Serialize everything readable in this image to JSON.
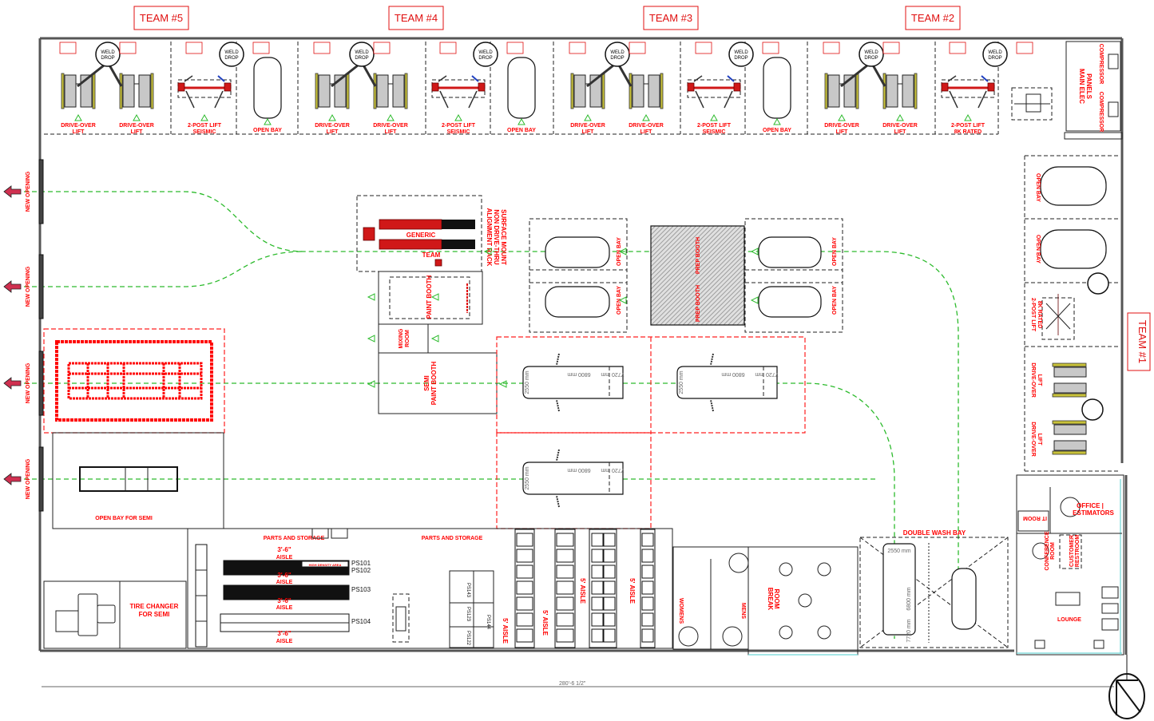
{
  "title": "Collision Shop Floor Plan",
  "teams": [
    {
      "id": "team-5",
      "label": "TEAM #5"
    },
    {
      "id": "team-4",
      "label": "TEAM #4"
    },
    {
      "id": "team-3",
      "label": "TEAM #3"
    },
    {
      "id": "team-2",
      "label": "TEAM #2"
    },
    {
      "id": "team-1",
      "label": "TEAM #1"
    }
  ],
  "top_bays": [
    {
      "team": "TEAM #5",
      "bays": [
        {
          "line1": "DRIVE-OVER",
          "line2": "LIFT"
        },
        {
          "line1": "DRIVE-OVER",
          "line2": "LIFT"
        },
        {
          "line1": "2-POST LIFT",
          "line2": "SEISMIC"
        },
        {
          "line1": "OPEN BAY",
          "line2": ""
        }
      ]
    },
    {
      "team": "TEAM #4",
      "bays": [
        {
          "line1": "DRIVE-OVER",
          "line2": "LIFT"
        },
        {
          "line1": "DRIVE-OVER",
          "line2": "LIFT"
        },
        {
          "line1": "2-POST LIFT",
          "line2": "SEISMIC"
        },
        {
          "line1": "OPEN BAY",
          "line2": ""
        }
      ]
    },
    {
      "team": "TEAM #3",
      "bays": [
        {
          "line1": "DRIVE-OVER",
          "line2": "LIFT"
        },
        {
          "line1": "DRIVE-OVER",
          "line2": "LIFT"
        },
        {
          "line1": "2-POST LIFT",
          "line2": "SEISMIC"
        },
        {
          "line1": "OPEN BAY",
          "line2": ""
        }
      ]
    },
    {
      "team": "TEAM #2",
      "bays": [
        {
          "line1": "DRIVE-OVER",
          "line2": "LIFT"
        },
        {
          "line1": "DRIVE-OVER",
          "line2": "LIFT"
        },
        {
          "line1": "2-POST LIFT",
          "line2": "8K RATED"
        }
      ]
    }
  ],
  "weld_drop": {
    "line1": "WELD",
    "line2": "DROP"
  },
  "utility": {
    "main_elec_line1": "MAIN ELEC",
    "main_elec_line2": "PANELS",
    "compressor": "COMPRESSOR"
  },
  "right_bays": [
    {
      "label": "OPEN BAY",
      "line2": ""
    },
    {
      "label": "OPEN BAY",
      "line2": ""
    },
    {
      "label": "2-POST LIFT",
      "line2": "8K RATED"
    },
    {
      "label": "DRIVE-OVER",
      "line2": "LIFT"
    },
    {
      "label": "DRIVE-OVER",
      "line2": "LIFT"
    }
  ],
  "openings": [
    "NEW OPENING",
    "NEW OPENING",
    "NEW OPENING",
    "NEW OPENING"
  ],
  "center": {
    "alignment_line1": "ALIGNMENT RACK",
    "alignment_line2": "NON DRIVE-THRU",
    "alignment_line3": "SURFACE MOUNT",
    "generic": "GENERIC",
    "team": "TEAM",
    "paint_booth": "PAINT BOOTH",
    "mixing_line1": "MIXING",
    "mixing_line2": "ROOM",
    "semi_booth_line1": "SEMI",
    "semi_booth_line2": "PAINT BOOTH",
    "prep_booth": "PREP BOOTH",
    "open_bay": "OPEN BAY"
  },
  "semi_bays": [
    {
      "width": "2550 mm",
      "len1": "6800 mm",
      "len2": "7720 mm"
    },
    {
      "width": "2550 mm",
      "len1": "6800 mm",
      "len2": "7720 mm"
    },
    {
      "width": "2550 mm",
      "len1": "6800 mm",
      "len2": "7720 mm"
    }
  ],
  "left": {
    "open_bay_semi": "OPEN BAY FOR SEMI",
    "tire_changer_line1": "TIRE CHANGER",
    "tire_changer_line2": "FOR SEMI"
  },
  "parts": {
    "title": "PARTS AND STORAGE",
    "aisle_dim": "3'-6\"",
    "aisle": "AISLE",
    "aisle_5": "5' AISLE",
    "high_density": "HIGH DENSITY AREA",
    "racks": [
      "PS101",
      "PS102",
      "PS103",
      "PS104"
    ],
    "racks_small": [
      "PS143",
      "PS123",
      "PS144",
      "PS122"
    ]
  },
  "amenities": {
    "womens": "WOMENS",
    "mens": "MENS",
    "break_line1": "BREAK",
    "break_line2": "ROOM",
    "wash_bay": "DOUBLE WASH BAY",
    "wash_dims": [
      "2550 mm",
      "6800 mm",
      "7720 mm"
    ],
    "office_line1": "OFFICE |",
    "office_line2": "ESTIMATORS",
    "it_room": "IT ROOM",
    "conference_line1": "CONFERENCE",
    "conference_line2": "ROOM",
    "customer_line1": "CUSTOMER",
    "customer_line2": "RESTROOM",
    "lounge": "LOUNGE"
  },
  "overall_dim": "280'-6 1/2\"",
  "colors": {
    "label_red": "#ff0000",
    "flow_green": "#2dbb2d",
    "lift_yellow": "#c9c23a",
    "equipment_red": "#d01818",
    "booth_hatch": "#999999",
    "cyan_wall": "#6fd6d6"
  }
}
